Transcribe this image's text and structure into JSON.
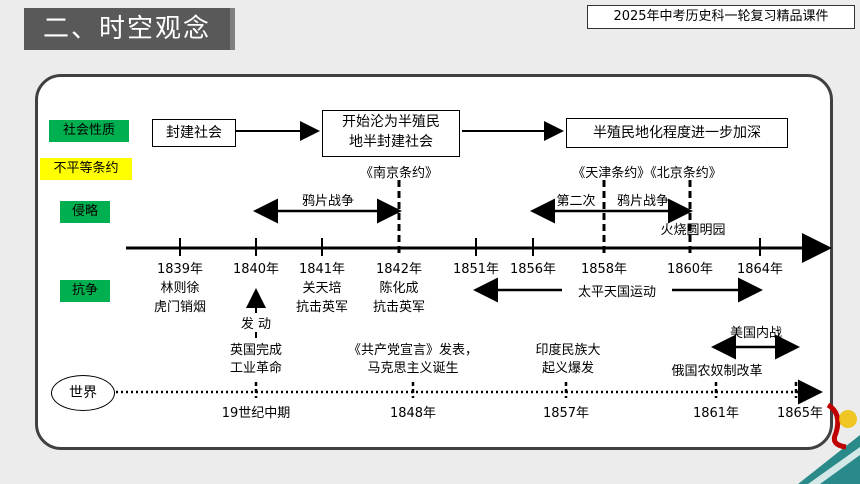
{
  "title": "二、时空观念",
  "course_tag": "2025年中考历史科一轮复习精品课件",
  "row_labels": {
    "society": "社会性质",
    "treaty": "不平等条约",
    "invasion": "侵略",
    "resistance": "抗争",
    "world": "世界"
  },
  "society": {
    "stage1": "封建社会",
    "stage2_line1": "开始沦为半殖民",
    "stage2_line2": "地半封建社会",
    "stage3": "半殖民地化程度进一步加深"
  },
  "treaties": {
    "nanjing": "《南京条约》",
    "tianjin_beijing": "《天津条约》《北京条约》"
  },
  "invasion": {
    "opium_war": "鸦片战争",
    "second": "第二次",
    "opium_war2": "鸦片战争",
    "burning": "火烧圆明园"
  },
  "timeline_years": [
    "1839年",
    "1840年",
    "1841年",
    "1842年",
    "1851年",
    "1856年",
    "1858年",
    "1860年",
    "1864年"
  ],
  "resistance": {
    "lin_line1": "林则徐",
    "lin_line2": "虎门销烟",
    "guan_line1": "关天培",
    "guan_line2": "抗击英军",
    "chen_line1": "陈化成",
    "chen_line2": "抗击英军",
    "taiping": "太平天国运动"
  },
  "cause": "发 动",
  "world_events": {
    "uk_line1": "英国完成",
    "uk_line2": "工业革命",
    "marx_line1": "《共产党宣言》发表，",
    "marx_line2": "马克思主义诞生",
    "india_line1": "印度民族大",
    "india_line2": "起义爆发",
    "us_war": "美国内战",
    "russia": "俄国农奴制改革"
  },
  "world_years": [
    "19世纪中期",
    "1848年",
    "1857年",
    "1861年",
    "1865年"
  ],
  "colors": {
    "title_bg": "#595959",
    "green_label": "#00b050",
    "yellow_label": "#ffff00",
    "panel_border": "#404040"
  }
}
